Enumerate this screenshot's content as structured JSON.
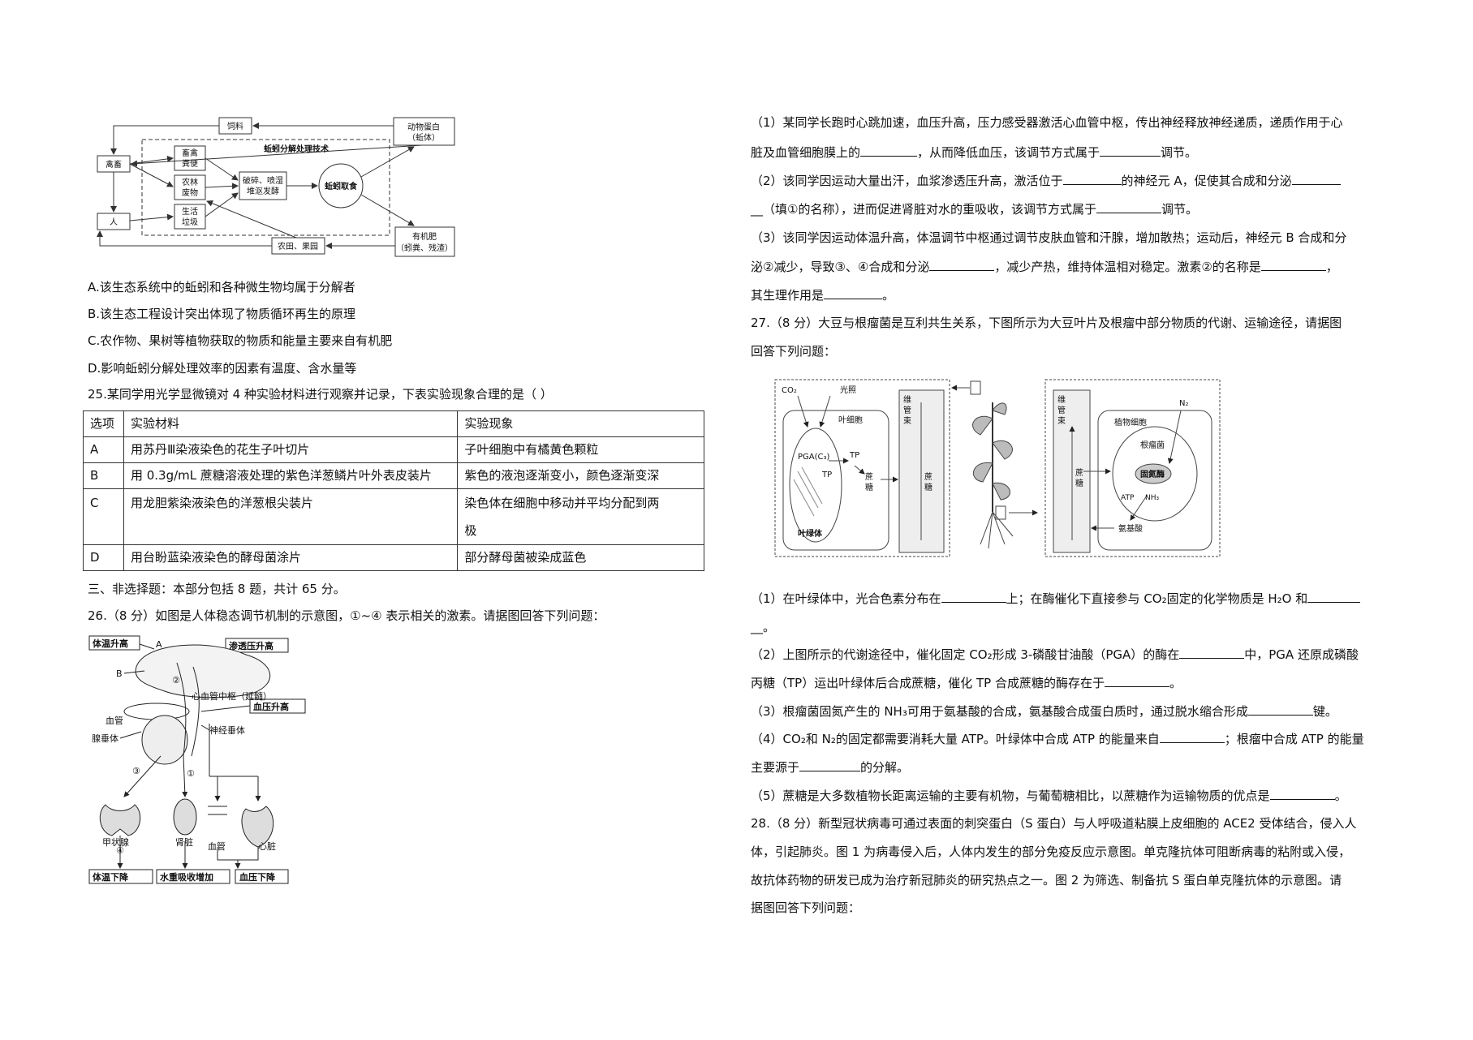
{
  "fig_ecology": {
    "feed": "饲料",
    "livestock": "禽畜",
    "human": "人",
    "technique": "蚯蚓分解处理技术",
    "manure_a": "畜禽",
    "manure_b": "粪便",
    "agri_a": "农林",
    "agri_b": "废物",
    "garbage_a": "生活",
    "garbage_b": "垃圾",
    "process_a": "破碎、喷湿",
    "process_b": "堆沤发酵",
    "earthworm": "蚯蚓取食",
    "protein_a": "动物蛋白",
    "protein_b": "（蚯体）",
    "fertilizer_a": "有机肥",
    "fertilizer_b": "（蚓粪、残渣）",
    "farmland": "农田、果园"
  },
  "q24": {
    "A": "A.该生态系统中的蚯蚓和各种微生物均属于分解者",
    "B": "B.该生态工程设计突出体现了物质循环再生的原理",
    "C": "C.农作物、果树等植物获取的物质和能量主要来自有机肥",
    "D": "D.影响蚯蚓分解处理效率的因素有温度、含水量等"
  },
  "q25": {
    "stem": "25.某同学用光学显微镜对 4 种实验材料进行观察并记录，下表实验现象合理的是（    ）",
    "headers": [
      "选项",
      "实验材料",
      "实验现象"
    ],
    "rows": [
      [
        "A",
        "用苏丹Ⅲ染液染色的花生子叶切片",
        "子叶细胞中有橘黄色颗粒"
      ],
      [
        "B",
        "用 0.3g/mL 蔗糖溶液处理的紫色洋葱鳞片叶外表皮装片",
        "紫色的液泡逐渐变小，颜色逐渐变深"
      ],
      [
        "C",
        "用龙胆紫染液染色的洋葱根尖装片",
        "染色体在细胞中移动并平均分配到两",
        "极"
      ],
      [
        "D",
        "用台盼蓝染液染色的酵母菌涂片",
        "部分酵母菌被染成蓝色"
      ]
    ]
  },
  "section3": "三、非选择题：本部分包括 8 题，共计 65 分。",
  "q26": {
    "stem": "26.（8 分）如图是人体稳态调节机制的示意图，①~④ 表示相关的激素。请据图回答下列问题：",
    "fig": {
      "temp_rise": "体温升高",
      "A": "A",
      "B": "B",
      "osmotic_rise": "渗透压升高",
      "cardio_center": "心血管中枢（延髓）",
      "bp_rise": "血压升高",
      "vessel": "血管",
      "pituitary": "腺垂体",
      "neuro_pituitary": "神经垂体",
      "n1": "①",
      "n2": "②",
      "n3": "③",
      "n4": "④",
      "thyroid": "甲状腺",
      "kidney": "肾脏",
      "vessel2": "血管",
      "heart": "心脏",
      "temp_drop": "体温下降",
      "water_reabs": "水重吸收增加",
      "bp_drop": "血压下降"
    },
    "p1a": "（1）某同学长跑时心跳加速，血压升高，压力感受器激活心血管中枢，传出神经释放神经递质，递质作用于心",
    "p1b_1": "脏及血管细胞膜上的",
    "p1b_2": "，从而降低血压，该调节方式属于",
    "p1b_3": "调节。",
    "p2a_1": "（2）该同学因运动大量出汗，血浆渗透压升高，激活位于",
    "p2a_2": "的神经元 A，促使其合成和分泌",
    "p2b_1": "__（填①的名称），进而促进肾脏对水的重吸收，该调节方式属于",
    "p2b_2": "调节。",
    "p3a": "（3）该同学因运动体温升高，体温调节中枢通过调节皮肤血管和汗腺，增加散热；运动后，神经元 B 合成和分",
    "p3b_1": "泌②减少，导致③、④合成和分泌",
    "p3b_2": "，减少产热，维持体温相对稳定。激素②的名称是",
    "p3b_3": "，",
    "p3c_1": "其生理作用是",
    "p3c_2": "。"
  },
  "q27": {
    "stem_a": "27.（8 分）大豆与根瘤菌是互利共生关系，下图所示为大豆叶片及根瘤中部分物质的代谢、运输途径，请据图",
    "stem_b": "回答下列问题：",
    "fig": {
      "co2": "CO₂",
      "light": "光照",
      "leaf_cell": "叶细胞",
      "pga": "PGA(C₃)",
      "tp1": "TP",
      "tp2": "TP",
      "sucrose_a": "蔗",
      "sucrose_b": "糖",
      "chloroplast": "叶绿体",
      "bundle_a": "维",
      "bundle_b": "管",
      "bundle_c": "束",
      "bundle_sucrose_a": "蔗",
      "bundle_sucrose_b": "糖",
      "bundle2_a": "维",
      "bundle2_b": "管",
      "bundle2_c": "束",
      "sucrose2_a": "蔗",
      "sucrose2_b": "糖",
      "plant_cell": "植物细胞",
      "rhizobia": "根瘤菌",
      "n2": "N₂",
      "nitrogenase": "固氮酶",
      "atp": "ATP",
      "nh3": "NH₃",
      "amino_acid": "氨基酸"
    },
    "p1a_1": "（1）在叶绿体中，光合色素分布在",
    "p1a_2": "上；在酶催化下直接参与 CO₂固定的化学物质是 H₂O 和",
    "p1b": "__。",
    "p2a_1": "（2）上图所示的代谢途径中，催化固定 CO₂形成 3-磷酸甘油酸（PGA）的酶在",
    "p2a_2": "中，PGA 还原成磷酸",
    "p2b_1": "丙糖（TP）运出叶绿体后合成蔗糖，催化 TP 合成蔗糖的酶存在于",
    "p2b_2": "。",
    "p3_1": "（3）根瘤菌固氮产生的 NH₃可用于氨基酸的合成，氨基酸合成蛋白质时，通过脱水缩合形成",
    "p3_2": "键。",
    "p4a_1": "（4）CO₂和 N₂的固定都需要消耗大量 ATP。叶绿体中合成 ATP 的能量来自",
    "p4a_2": "；根瘤中合成 ATP 的能量",
    "p4b_1": "主要源于",
    "p4b_2": "的分解。",
    "p5_1": "（5）蔗糖是大多数植物长距离运输的主要有机物，与葡萄糖相比，以蔗糖作为运输物质的优点是",
    "p5_2": "。"
  },
  "q28": {
    "l1": "28.（8 分）新型冠状病毒可通过表面的刺突蛋白（S 蛋白）与人呼吸道粘膜上皮细胞的 ACE2 受体结合，侵入人",
    "l2": "体，引起肺炎。图 1 为病毒侵入后，人体内发生的部分免疫反应示意图。单克隆抗体可阻断病毒的粘附或入侵，",
    "l3": "故抗体药物的研发已成为治疗新冠肺炎的研究热点之一。图 2 为筛选、制备抗 S 蛋白单克隆抗体的示意图。请",
    "l4": "据图回答下列问题："
  }
}
